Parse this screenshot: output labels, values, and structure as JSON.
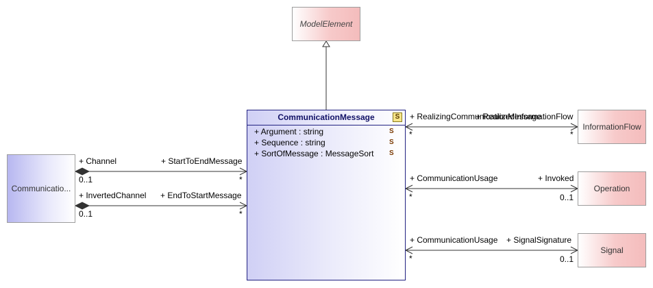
{
  "classes": {
    "model_element": "ModelElement",
    "communication_message": {
      "name": "CommunicationMessage",
      "attributes": [
        "+ Argument : string",
        "+ Sequence : string",
        "+ SortOfMessage : MessageSort"
      ]
    },
    "communication": "Communicatio...",
    "information_flow": "InformationFlow",
    "operation": "Operation",
    "signal": "Signal"
  },
  "associations": {
    "channel": {
      "end_a": "+ Channel",
      "mult_a": "0..1",
      "end_b": "+ StartToEndMessage",
      "mult_b": "*"
    },
    "inverted_channel": {
      "end_a": "+ InvertedChannel",
      "mult_a": "0..1",
      "end_b": "+ EndToStartMessage",
      "mult_b": "*"
    },
    "information_flow": {
      "end_a": "+ RealizingCommunicationMessage",
      "mult_a": "*",
      "end_b": "+ RealizedInformationFlow",
      "mult_b": "*"
    },
    "operation": {
      "end_a": "+ CommunicationUsage",
      "mult_a": "*",
      "end_b": "+ Invoked",
      "mult_b": "0..1"
    },
    "signal": {
      "end_a": "+ CommunicationUsage",
      "mult_a": "*",
      "end_b": "+ SignalSignature",
      "mult_b": "0..1"
    }
  },
  "icons": {
    "stereotype": "stereotype-icon",
    "static": "static-attribute-icon"
  }
}
